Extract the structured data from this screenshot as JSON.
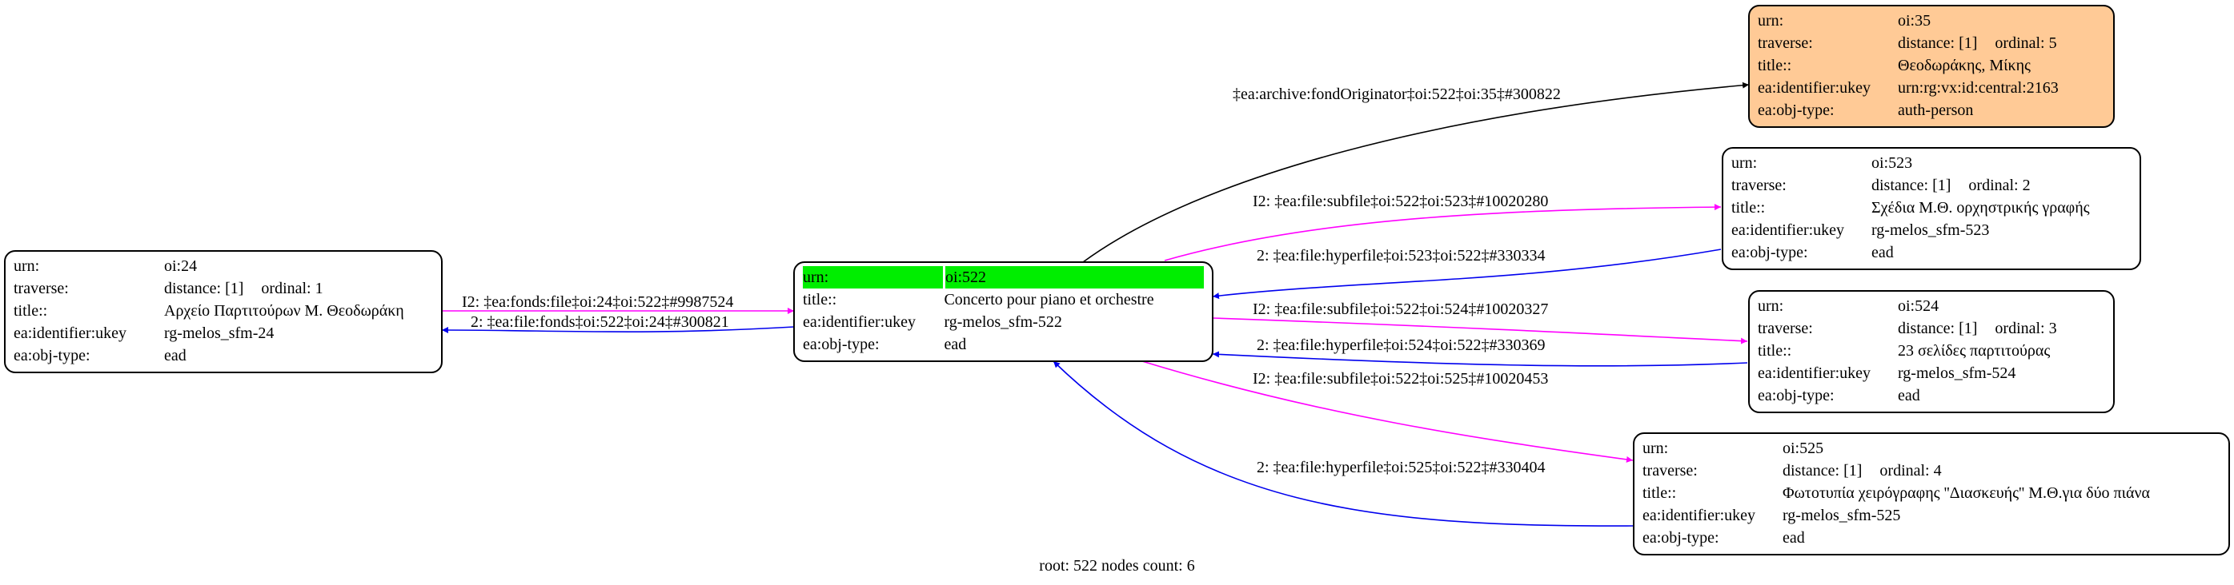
{
  "nodes": {
    "n24": {
      "rows": [
        {
          "k": "urn:",
          "v": "oi:24"
        },
        {
          "k": "traverse:",
          "v": "distance: [1]",
          "v2": "ordinal: 1"
        },
        {
          "k": "title::",
          "v": "Αρχείο Παρτιτούρων Μ. Θεοδωράκη"
        },
        {
          "k": "ea:identifier:ukey",
          "v": "rg-melos_sfm-24"
        },
        {
          "k": "ea:obj-type:",
          "v": "ead"
        }
      ]
    },
    "n522": {
      "rows": [
        {
          "k": "urn:",
          "v": "oi:522"
        },
        {
          "k": "title::",
          "v": "Concerto pour piano et orchestre"
        },
        {
          "k": "ea:identifier:ukey",
          "v": "rg-melos_sfm-522"
        },
        {
          "k": "ea:obj-type:",
          "v": "ead"
        }
      ]
    },
    "n35": {
      "rows": [
        {
          "k": "urn:",
          "v": "oi:35"
        },
        {
          "k": "traverse:",
          "v": "distance: [1]",
          "v2": "ordinal: 5"
        },
        {
          "k": "title::",
          "v": "Θεοδωράκης, Μίκης"
        },
        {
          "k": "ea:identifier:ukey",
          "v": "urn:rg:vx:id:central:2163"
        },
        {
          "k": "ea:obj-type:",
          "v": "auth-person"
        }
      ]
    },
    "n523": {
      "rows": [
        {
          "k": "urn:",
          "v": "oi:523"
        },
        {
          "k": "traverse:",
          "v": "distance: [1]",
          "v2": "ordinal: 2"
        },
        {
          "k": "title::",
          "v": "Σχέδια Μ.Θ. ορχηστρικής γραφής"
        },
        {
          "k": "ea:identifier:ukey",
          "v": "rg-melos_sfm-523"
        },
        {
          "k": "ea:obj-type:",
          "v": "ead"
        }
      ]
    },
    "n524": {
      "rows": [
        {
          "k": "urn:",
          "v": "oi:524"
        },
        {
          "k": "traverse:",
          "v": "distance: [1]",
          "v2": "ordinal: 3"
        },
        {
          "k": "title::",
          "v": "23 σελίδες παρτιτούρας"
        },
        {
          "k": "ea:identifier:ukey",
          "v": "rg-melos_sfm-524"
        },
        {
          "k": "ea:obj-type:",
          "v": "ead"
        }
      ]
    },
    "n525": {
      "rows": [
        {
          "k": "urn:",
          "v": "oi:525"
        },
        {
          "k": "traverse:",
          "v": "distance: [1]",
          "v2": "ordinal: 4"
        },
        {
          "k": "title::",
          "v": "Φωτοτυπία χειρόγραφης ''Διασκευής'' Μ.Θ.για δύο πιάνα"
        },
        {
          "k": "ea:identifier:ukey",
          "v": "rg-melos_sfm-525"
        },
        {
          "k": "ea:obj-type:",
          "v": "ead"
        }
      ]
    }
  },
  "edges": {
    "e_fonds_file": {
      "label": "I2: ‡ea:fonds:file‡oi:24‡oi:522‡#9987524",
      "color": "#ff00ff"
    },
    "e_file_fonds": {
      "label": "2: ‡ea:file:fonds‡oi:522‡oi:24‡#300821",
      "color": "#0000ee"
    },
    "e_originator": {
      "label": "‡ea:archive:fondOriginator‡oi:522‡oi:35‡#300822",
      "color": "#000000"
    },
    "e_sub523": {
      "label": "I2: ‡ea:file:subfile‡oi:522‡oi:523‡#10020280",
      "color": "#ff00ff"
    },
    "e_hyp523": {
      "label": "2: ‡ea:file:hyperfile‡oi:523‡oi:522‡#330334",
      "color": "#0000ee"
    },
    "e_sub524": {
      "label": "I2: ‡ea:file:subfile‡oi:522‡oi:524‡#10020327",
      "color": "#ff00ff"
    },
    "e_hyp524": {
      "label": "2: ‡ea:file:hyperfile‡oi:524‡oi:522‡#330369",
      "color": "#0000ee"
    },
    "e_sub525": {
      "label": "I2: ‡ea:file:subfile‡oi:522‡oi:525‡#10020453",
      "color": "#ff00ff"
    },
    "e_hyp525": {
      "label": "2: ‡ea:file:hyperfile‡oi:525‡oi:522‡#330404",
      "color": "#0000ee"
    }
  },
  "colors": {
    "highlight": "#00ee00",
    "auth_fill": "#ffca96",
    "subfile": "#ff00ff",
    "hyperfile": "#0000ee",
    "originator": "#000000"
  },
  "footer": "root: 522 nodes count: 6"
}
